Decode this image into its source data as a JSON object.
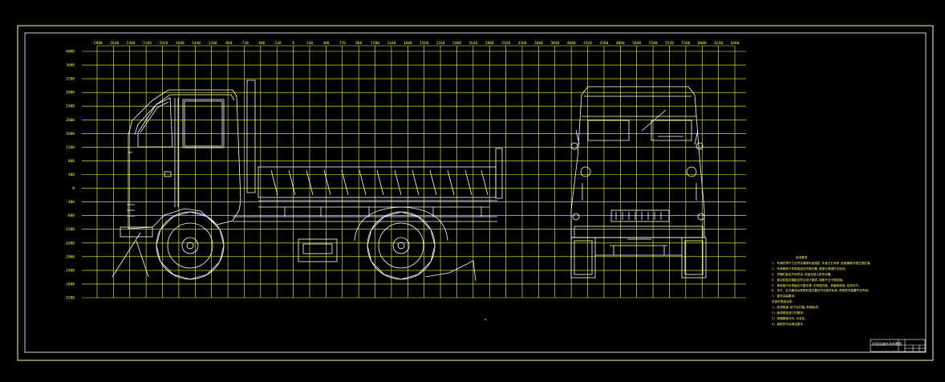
{
  "drawing": {
    "x_ticks": [
      "-2880",
      "-2640",
      "-2400",
      "-2160",
      "-1920",
      "-1680",
      "-1440",
      "-1200",
      "-960",
      "-720",
      "-480",
      "-240",
      "0",
      "240",
      "480",
      "720",
      "960",
      "1200",
      "1440",
      "1680",
      "1920",
      "2160",
      "2400",
      "2640",
      "2880",
      "3120",
      "3360",
      "3600",
      "3840",
      "4080",
      "4320",
      "4560",
      "4800",
      "5040",
      "5280",
      "5520",
      "5760",
      "6000",
      "6240",
      "6480"
    ],
    "y_ticks": [
      "4000",
      "3600",
      "3200",
      "2800",
      "2400",
      "2000",
      "1600",
      "1200",
      "800",
      "400",
      "0",
      "-400",
      "-800",
      "-1200",
      "-1600",
      "-2000",
      "-2400",
      "-2800",
      "-3200"
    ],
    "colors": {
      "background": "#000000",
      "line": "#ffff33",
      "white": "#ffffff",
      "frame": "#ffff99"
    }
  },
  "notes": {
    "heading": "技术要求",
    "lines": [
      "1. 车辆外廓尺寸应符合国家标准规定,车身左右对称,制造偏差不超过规定值。",
      "2. 车身骨架与车架连接应牢固可靠,各部位紧固件无松动。",
      "3. 货箱栏板应开闭灵活,铰链及锁止机构可靠。",
      "4. 前后轮距及轴距应符合设计要求,误差不大于规定值。",
      "5. 驾驶室内外表面应平整光滑,无明显凹陷、划痕和锈蚀,油漆均匀。",
      "6. 车灯、反光器及后视镜安装位置应符合相关标准,照明信号装置齐全有效。",
      "7. 整车涂装要求:",
      "   车身外表面涂漆;",
      "   1) 底漆两道,烘干后打磨,再喷面漆;",
      "   2) 面漆颜色按订货要求;",
      "   3) 漆膜厚度均匀,无流挂;",
      "   4) 装配完毕后清洁整车。"
    ]
  },
  "title_block": {
    "name": "XX型运输车总布置图"
  }
}
